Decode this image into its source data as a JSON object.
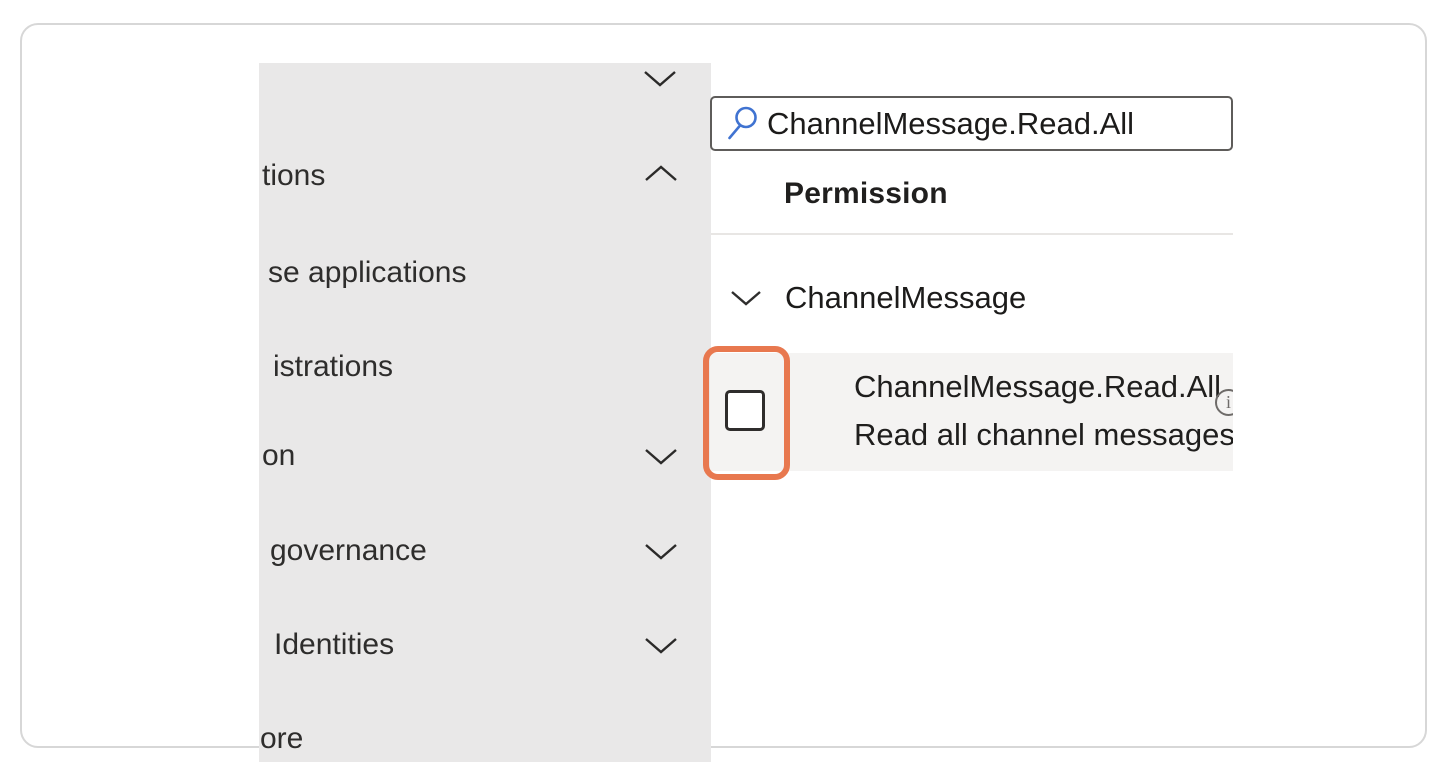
{
  "sidebar": {
    "top_chevron": "down",
    "items": [
      {
        "label": "tions",
        "chevron": "up"
      },
      {
        "label": "se applications",
        "chevron": "none"
      },
      {
        "label": "istrations",
        "chevron": "none"
      },
      {
        "label": "on",
        "chevron": "down"
      },
      {
        "label": "governance",
        "chevron": "down"
      },
      {
        "label": "Identities",
        "chevron": "down"
      },
      {
        "label": "ore",
        "chevron": "none"
      }
    ]
  },
  "permissions_panel": {
    "search": {
      "value": "ChannelMessage.Read.All",
      "icon": "search-magnifier"
    },
    "column_header": "Permission",
    "group": {
      "label": "ChannelMessage",
      "chevron": "down",
      "expanded": true
    },
    "rows": [
      {
        "name": "ChannelMessage.Read.All",
        "description": "Read all channel messages",
        "checked": false,
        "highlighted": true,
        "info_icon_glyph": "i"
      }
    ]
  },
  "annotation": {
    "type": "highlight-box",
    "target": "permission-checkbox",
    "color": "#E8784F"
  },
  "colors": {
    "sidebar_dimmed_bg": "#e9e8e8",
    "row_highlight_bg": "#f4f3f2",
    "card_border": "#d7d7d7",
    "search_border": "#5e5c5a",
    "search_icon_blue": "#4073d1",
    "text_primary": "#1c1b1a",
    "annotation_orange": "#E8784F"
  }
}
